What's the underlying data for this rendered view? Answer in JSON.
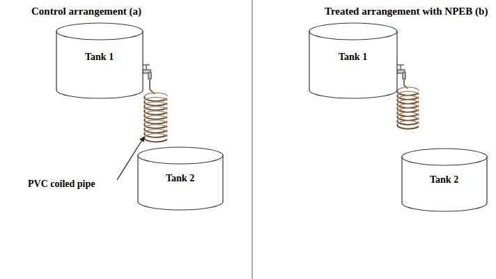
{
  "diagram": {
    "nodes": [
      {
        "text": [
          "Tank 1"
        ]
      },
      {
        "text": [
          "Tank 2"
        ]
      },
      {
        "text": [
          "Tank 1"
        ]
      },
      {
        "text": [
          "Tank 2"
        ]
      }
    ],
    "labels": [
      "Control arrangement (a)",
      "Treated arrangement with NPEB (b)",
      "PVC coiled pipe"
    ]
  }
}
